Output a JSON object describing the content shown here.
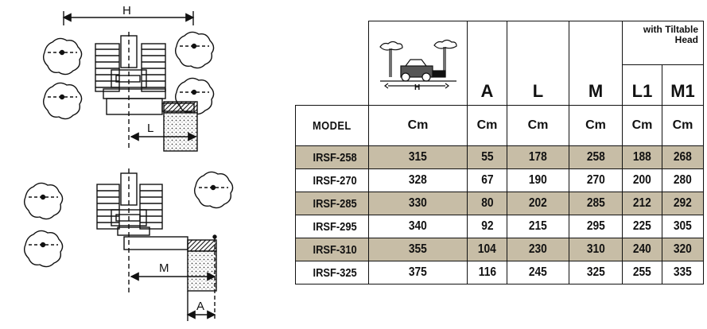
{
  "drawing": {
    "dim_h": "H",
    "dim_l": "L",
    "dim_m": "M",
    "dim_a": "A"
  },
  "table": {
    "header_icon": "tractor-trees-icon",
    "icon_label": "H",
    "col_letters": [
      "A",
      "L",
      "M",
      "L1",
      "M1"
    ],
    "tiltable_label": {
      "line1": "with Tiltable",
      "line2": "Head"
    },
    "model_label": "MODEL",
    "units": [
      "Cm",
      "Cm",
      "Cm",
      "Cm",
      "Cm",
      "Cm"
    ],
    "rows": [
      {
        "model": "IRSF-258",
        "h": "315",
        "a": "55",
        "l": "178",
        "m": "258",
        "l1": "188",
        "m1": "268",
        "shaded": true
      },
      {
        "model": "IRSF-270",
        "h": "328",
        "a": "67",
        "l": "190",
        "m": "270",
        "l1": "200",
        "m1": "280",
        "shaded": false
      },
      {
        "model": "IRSF-285",
        "h": "330",
        "a": "80",
        "l": "202",
        "m": "285",
        "l1": "212",
        "m1": "292",
        "shaded": true
      },
      {
        "model": "IRSF-295",
        "h": "340",
        "a": "92",
        "l": "215",
        "m": "295",
        "l1": "225",
        "m1": "305",
        "shaded": false
      },
      {
        "model": "IRSF-310",
        "h": "355",
        "a": "104",
        "l": "230",
        "m": "310",
        "l1": "240",
        "m1": "320",
        "shaded": true
      },
      {
        "model": "IRSF-325",
        "h": "375",
        "a": "116",
        "l": "245",
        "m": "325",
        "l1": "255",
        "m1": "335",
        "shaded": false
      }
    ],
    "colors": {
      "shade": "#c7bda6",
      "border": "#111111"
    }
  }
}
